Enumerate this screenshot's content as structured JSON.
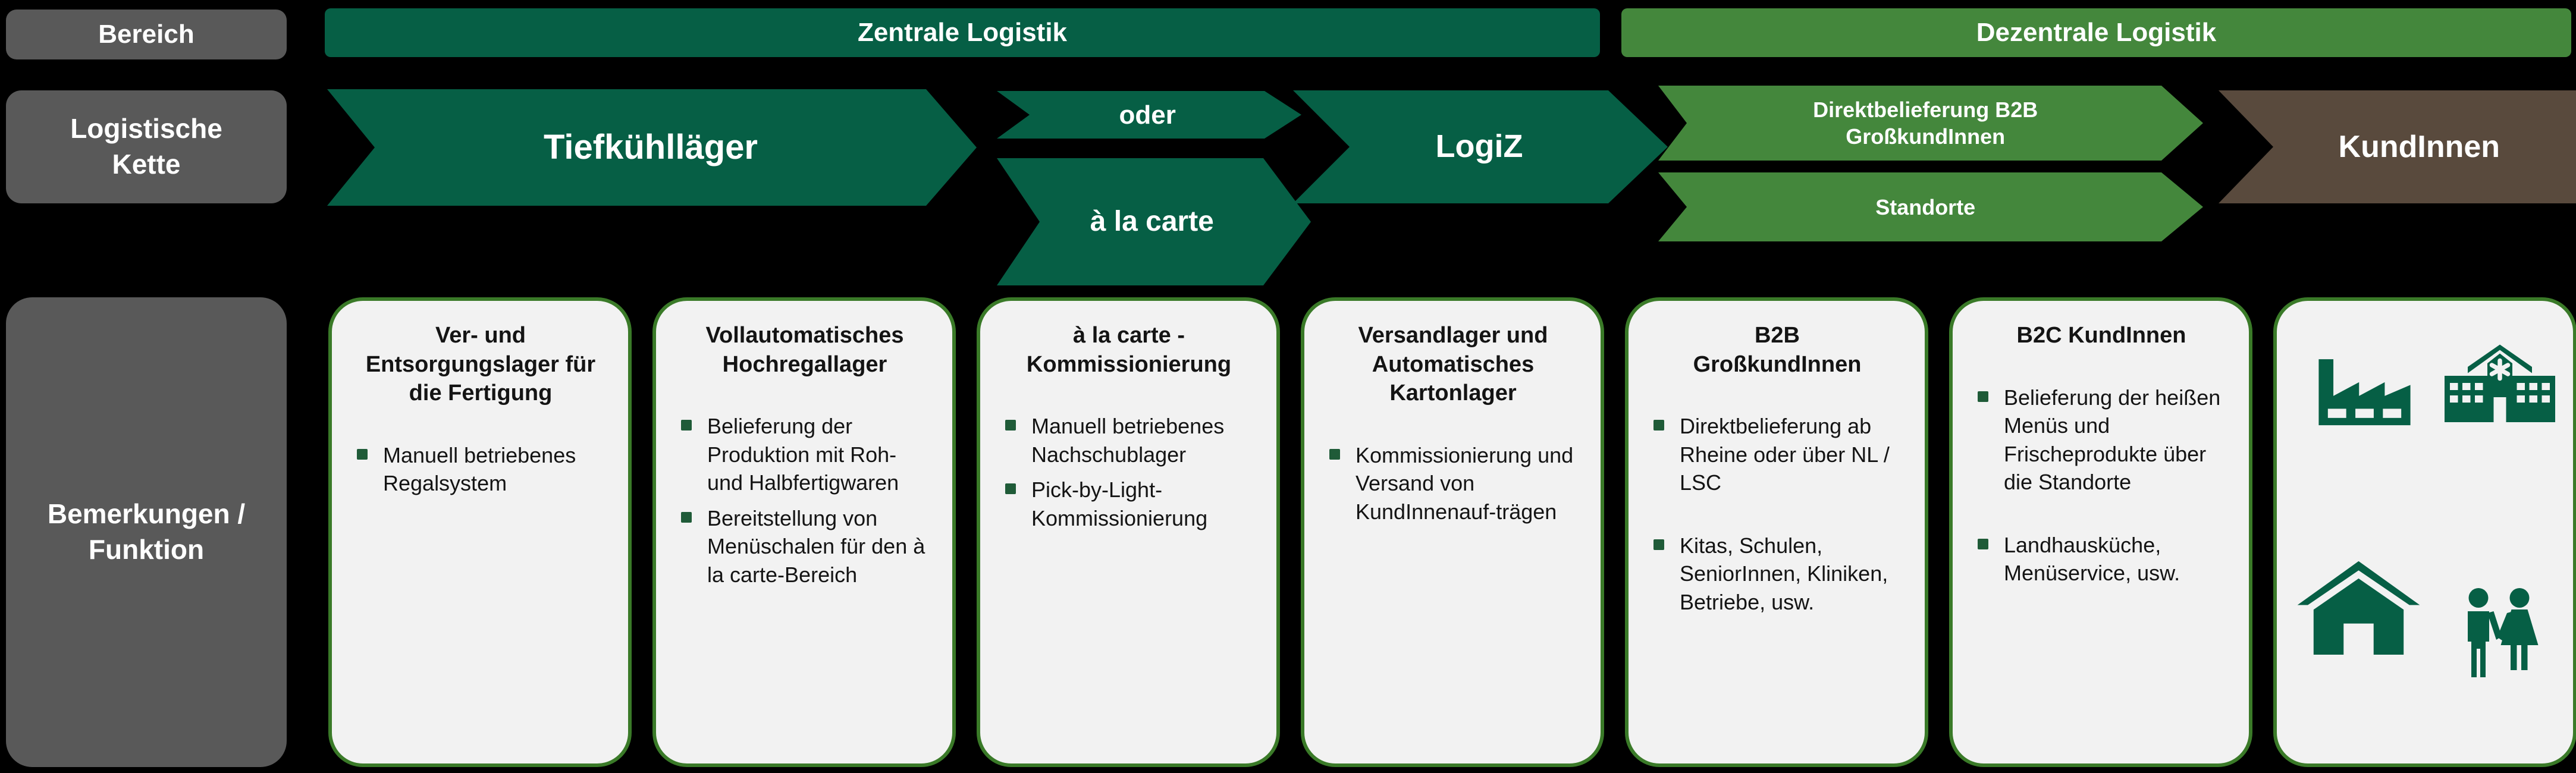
{
  "colors": {
    "background": "#000000",
    "dark_green": "#065F45",
    "light_green": "#44873C",
    "brown": "#594A3D",
    "gray": "#595959",
    "card_background": "#F2F2F2",
    "card_border": "#3A7A28",
    "bullet_square": "#1F5B38"
  },
  "row_labels": {
    "bereich": "Bereich",
    "kette": "Logistische\nKette",
    "bemerkungen": "Bemerkungen /\nFunktion"
  },
  "bereiche": {
    "zentrale": "Zentrale Logistik",
    "dezentrale": "Dezentrale Logistik"
  },
  "chain": {
    "tiefkuehllaeger": "Tiefkühlläger",
    "oder": "oder",
    "alacarte": "à la carte",
    "logiz": "LogiZ",
    "direktbelieferung": "Direktbelieferung B2B\nGroßkundInnen",
    "standorte": "Standorte",
    "kundinnen": "KundInnen"
  },
  "cards": [
    {
      "title": "Ver- und\nEntsorgungslager für\ndie Fertigung",
      "bullets": [
        "Manuell betriebenes Regalsystem"
      ]
    },
    {
      "title": "Vollautomatisches\nHochregallager",
      "bullets": [
        "Belieferung der Produktion mit Roh- und Halbfertigwaren",
        "Bereitstellung von Menüschalen für den à la carte-Bereich"
      ]
    },
    {
      "title": "à la carte -\nKommissionierung",
      "bullets": [
        "Manuell betriebenes Nachschublager",
        "Pick-by-Light-Kommissionierung"
      ]
    },
    {
      "title": "Versandlager und\nAutomatisches\nKartonlager",
      "bullets": [
        "Kommissionierung und Versand von KundInnenauf-trägen"
      ]
    },
    {
      "title": "B2B\nGroßkundInnen",
      "bullets": [
        "Direktbelieferung ab Rheine oder über NL / LSC",
        "Kitas, Schulen, SeniorInnen, Kliniken, Betriebe, usw."
      ]
    },
    {
      "title": "B2C KundInnen",
      "bullets": [
        "Belieferung der heißen Menüs und Frischeprodukte über die Standorte",
        "Landhausküche, Menüservice, usw."
      ]
    },
    {
      "title": "",
      "icons": [
        "factory-icon",
        "hospital-icon",
        "house-icon",
        "couple-icon"
      ]
    }
  ]
}
